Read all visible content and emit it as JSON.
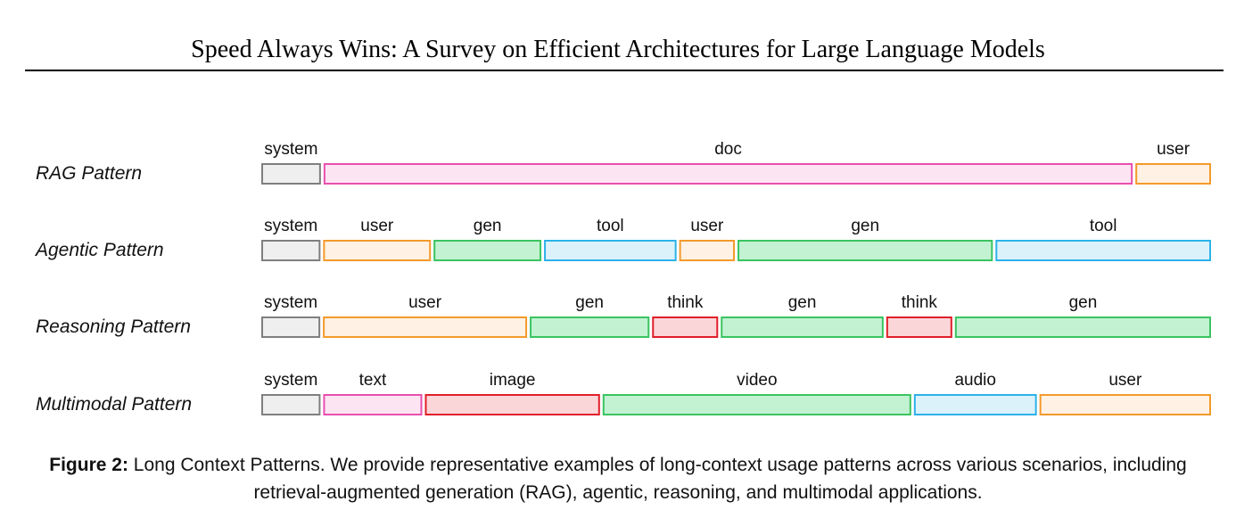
{
  "header": {
    "title": "Speed Always Wins: A Survey on Efficient Architectures for Large Language Models"
  },
  "colors": {
    "system": {
      "fill": "#efefef",
      "stroke": "#7f7f7f"
    },
    "doc": {
      "fill": "#fde4f3",
      "stroke": "#e94fae"
    },
    "user": {
      "fill": "#fff1e3",
      "stroke": "#f39a2b"
    },
    "gen": {
      "fill": "#c3f2d3",
      "stroke": "#3ac460"
    },
    "tool": {
      "fill": "#dcf2fb",
      "stroke": "#2db2e8"
    },
    "think": {
      "fill": "#fbd6d8",
      "stroke": "#e01f2a"
    },
    "text": {
      "fill": "#fde4f3",
      "stroke": "#e94fae"
    },
    "image": {
      "fill": "#fbd6d8",
      "stroke": "#e01f2a"
    },
    "video": {
      "fill": "#c3f2d3",
      "stroke": "#3ac460"
    },
    "audio": {
      "fill": "#dcf2fb",
      "stroke": "#2db2e8"
    }
  },
  "rows": [
    {
      "label": "RAG Pattern",
      "segments": [
        {
          "label": "system",
          "kind": "system",
          "units": 67
        },
        {
          "label": "doc",
          "kind": "doc",
          "units": 909
        },
        {
          "label": "user",
          "kind": "user",
          "units": 85
        }
      ]
    },
    {
      "label": "Agentic Pattern",
      "segments": [
        {
          "label": "system",
          "kind": "system",
          "units": 67
        },
        {
          "label": "user",
          "kind": "user",
          "units": 122
        },
        {
          "label": "gen",
          "kind": "gen",
          "units": 122
        },
        {
          "label": "tool",
          "kind": "tool",
          "units": 150
        },
        {
          "label": "user",
          "kind": "user",
          "units": 63
        },
        {
          "label": "gen",
          "kind": "gen",
          "units": 289
        },
        {
          "label": "tool",
          "kind": "tool",
          "units": 244
        }
      ]
    },
    {
      "label": "Reasoning Pattern",
      "segments": [
        {
          "label": "system",
          "kind": "system",
          "units": 67
        },
        {
          "label": "user",
          "kind": "user",
          "units": 232
        },
        {
          "label": "gen",
          "kind": "gen",
          "units": 136
        },
        {
          "label": "think",
          "kind": "think",
          "units": 75
        },
        {
          "label": "gen",
          "kind": "gen",
          "units": 185
        },
        {
          "label": "think",
          "kind": "think",
          "units": 75
        },
        {
          "label": "gen",
          "kind": "gen",
          "units": 291
        }
      ]
    },
    {
      "label": "Multimodal Pattern",
      "segments": [
        {
          "label": "system",
          "kind": "system",
          "units": 67
        },
        {
          "label": "text",
          "kind": "text",
          "units": 112
        },
        {
          "label": "image",
          "kind": "image",
          "units": 198
        },
        {
          "label": "video",
          "kind": "video",
          "units": 349
        },
        {
          "label": "audio",
          "kind": "audio",
          "units": 139
        },
        {
          "label": "user",
          "kind": "user",
          "units": 194
        }
      ]
    }
  ],
  "caption": {
    "prefix": "Figure 2:",
    "text": " Long Context Patterns. We provide representative examples of long-context usage patterns across various scenarios, including retrieval-augmented generation (RAG), agentic, reasoning, and multimodal applications."
  }
}
